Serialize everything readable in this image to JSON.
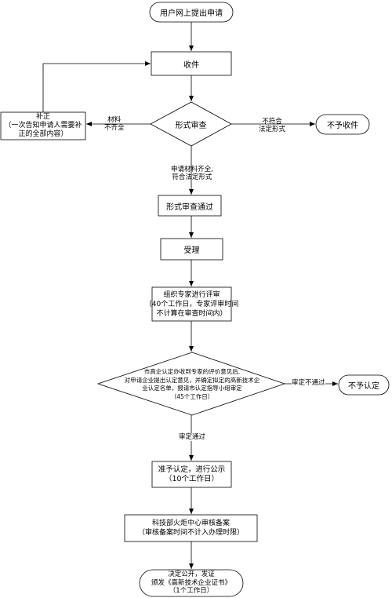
{
  "nodes": {
    "start": "用户网上提出申请",
    "receive": "收件",
    "review": "形式审查",
    "supplement": [
      "补正",
      "（一次告知申请人需要补",
      "正的全部内容）"
    ],
    "reject": "不予收件",
    "passed": "形式审查通过",
    "accept": "受理",
    "expert": [
      "组织专家进行评审",
      "（40个工作日，专家评审时间",
      "不计算在审查时间内）"
    ],
    "decision": [
      "市高企认定办收到专家的评价意见后,",
      "对申请企业提出认定意见，并确定拟定的高新技术企",
      "业认定名单，报请市认定指导小组审定",
      "（45个工作日）"
    ],
    "deny": "不予认定",
    "publicize": [
      "准予认定，进行公示",
      "（10个工作日）"
    ],
    "filing": [
      "科技部火炬中心审核备案",
      "（审核备案时间不计入办理时限）"
    ],
    "end": [
      "决定公开，发证",
      "颁发《高新技术企业证书》",
      "（1个工作日）"
    ]
  },
  "edge_labels": {
    "incomplete": [
      "材料",
      "不齐全"
    ],
    "nonconform": [
      "不符合",
      "法定形式"
    ],
    "complete": [
      "申请材料齐全,",
      "符合法定形式"
    ],
    "not_pass": "审定不通过",
    "pass": "审定通过"
  }
}
